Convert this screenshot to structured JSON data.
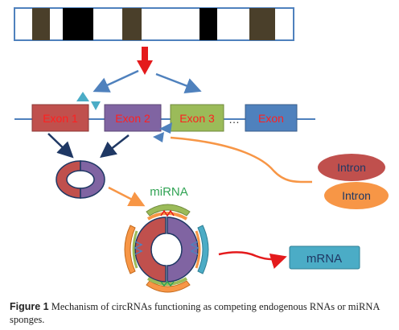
{
  "diagram": {
    "exons": [
      "Exon 1",
      "Exon 2",
      "Exon 3",
      "Exon"
    ],
    "ellipsis": "…",
    "introns": [
      "Intron",
      "Intron"
    ],
    "mirna_label": "miRNA",
    "mrna_label": "mRNA"
  },
  "caption": {
    "label": "Figure 1",
    "text": "Mechanism of circRNAs functioning as competing endogenous RNAs or miRNA sponges."
  },
  "colors": {
    "exon1": "#c0504d",
    "exon2": "#8064a2",
    "exon3": "#9bbb59",
    "exon4": "#4f81bd",
    "intron_red": "#c0504d",
    "intron_orange": "#f79646",
    "mirna": "#31a354",
    "mrna_box": "#4bacc6",
    "arrow_red": "#e41a1c",
    "arrow_blue": "#4f81bd",
    "arrow_orange": "#f79646",
    "gene_band": "#4a3f2a"
  }
}
